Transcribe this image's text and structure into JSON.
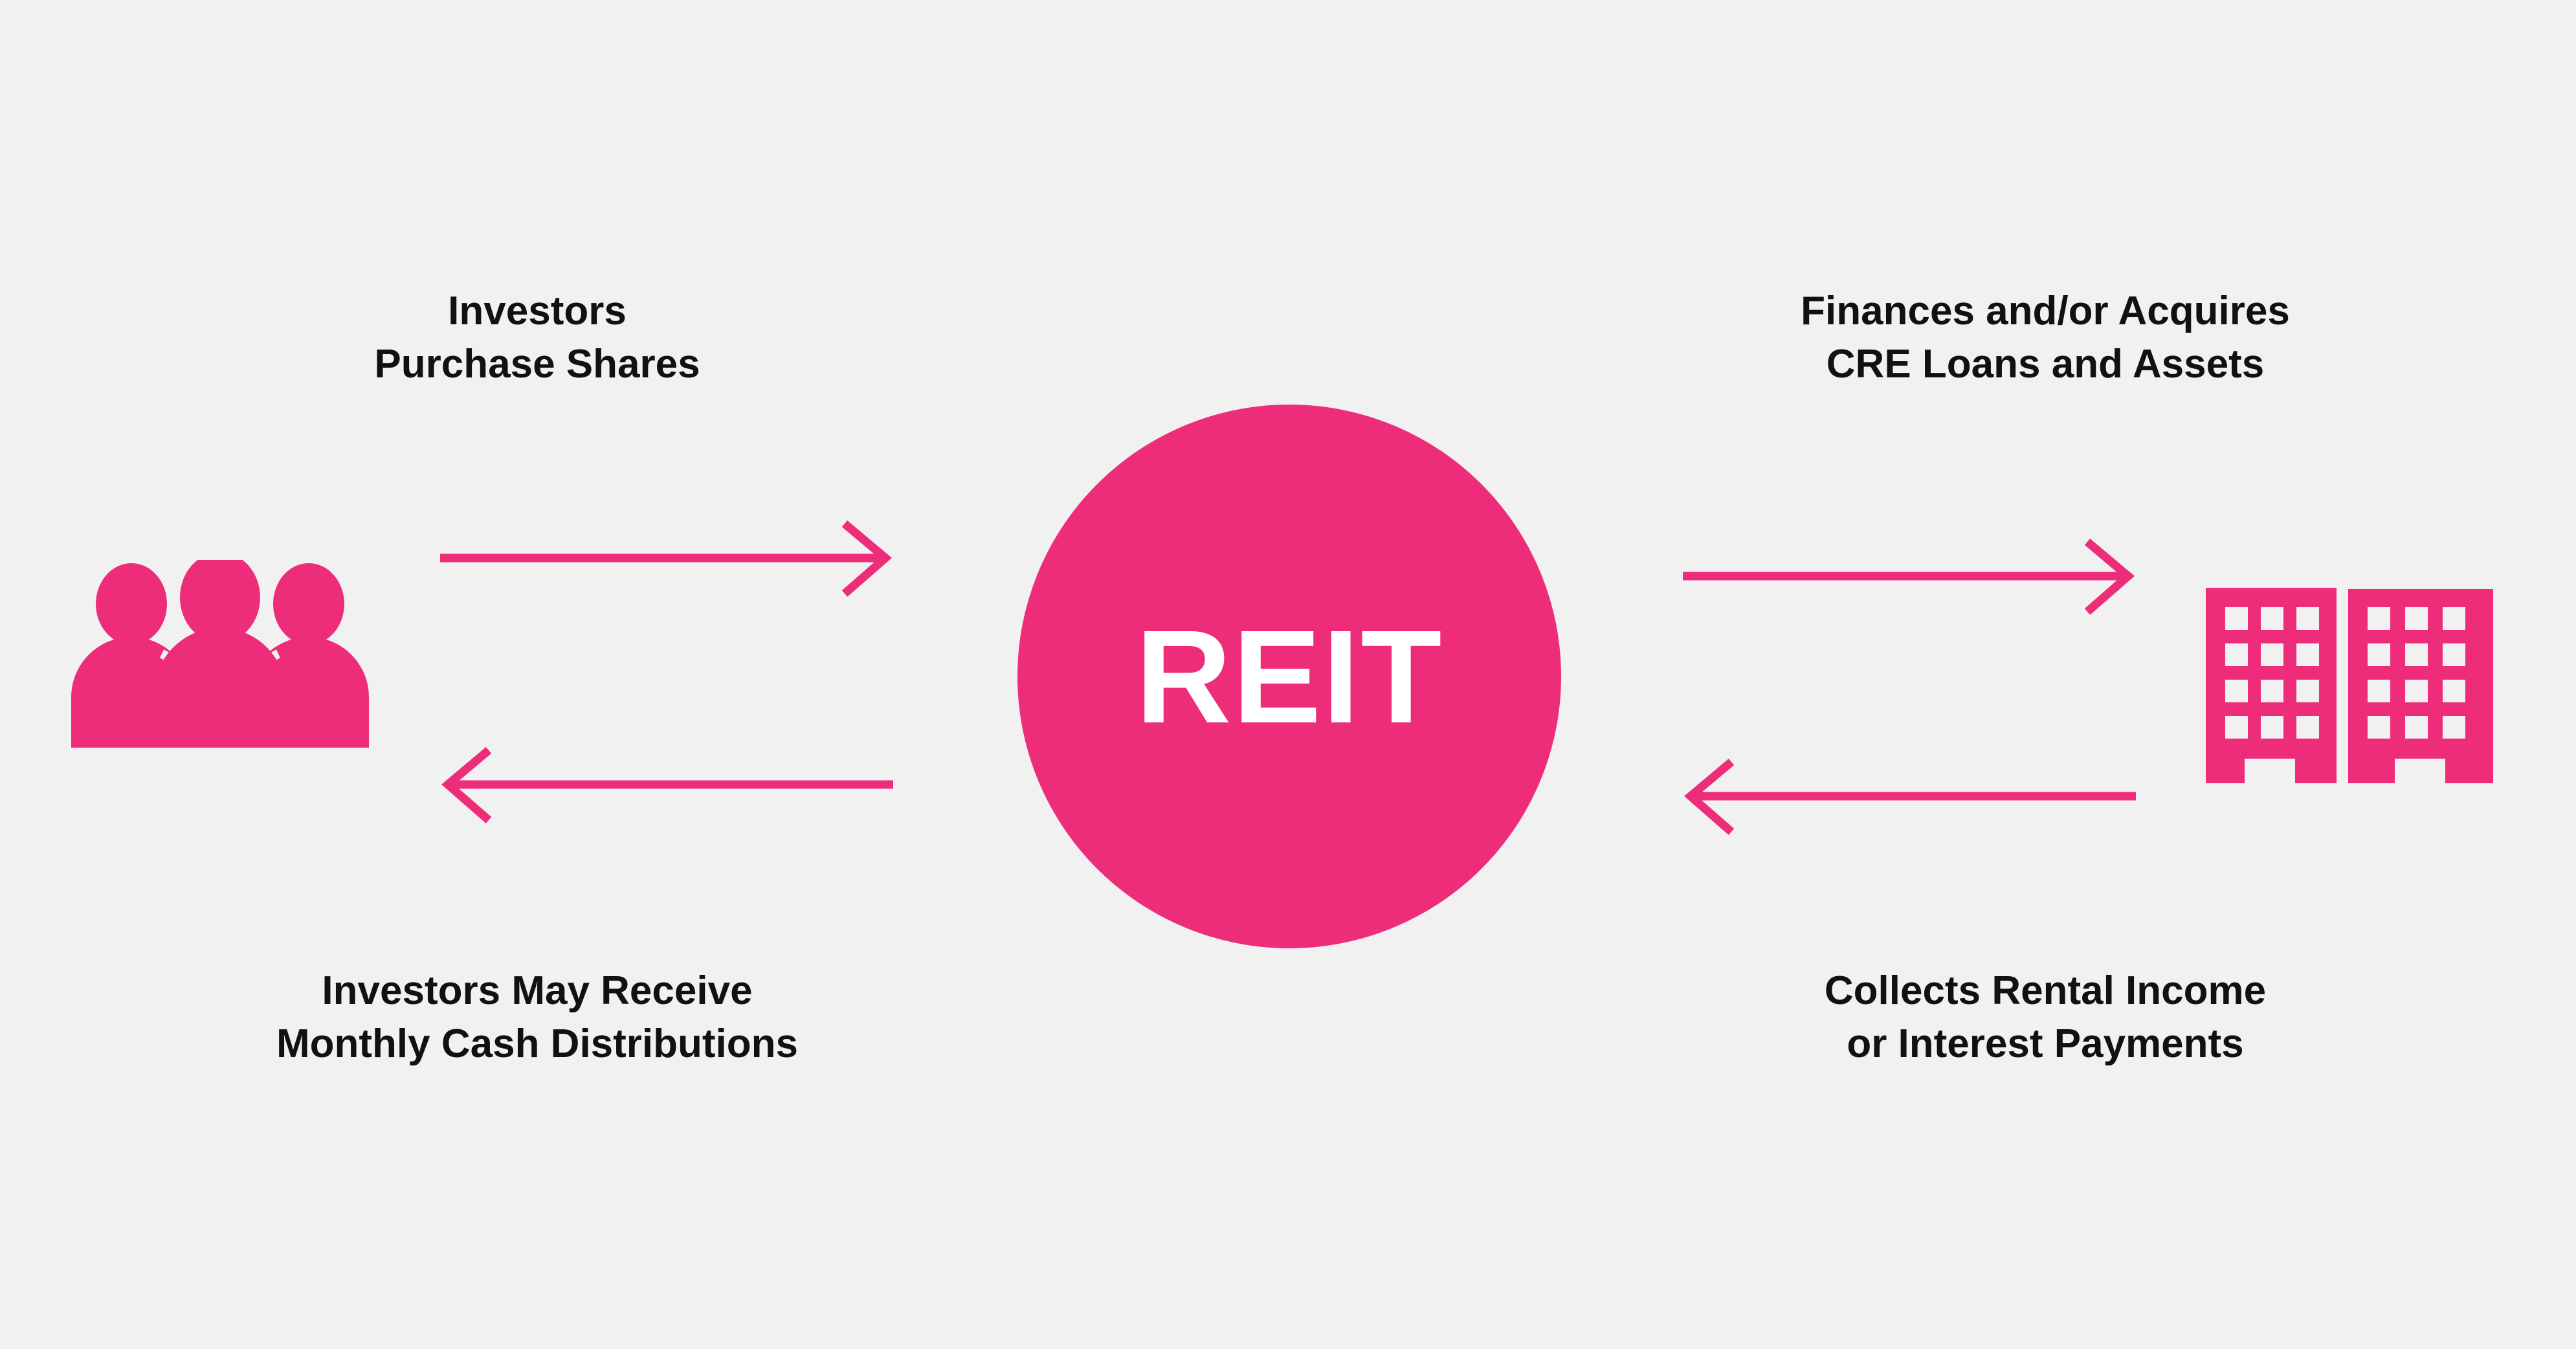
{
  "theme": {
    "background": "#f1f1f1",
    "accent": "#ee2d7a",
    "text": "#111111",
    "hub_text": "#ffffff"
  },
  "hub": {
    "label": "REIT",
    "shape": "circle"
  },
  "captions": {
    "top_left": "Investors\nPurchase Shares",
    "top_right": "Finances and/or Acquires\nCRE Loans and Assets",
    "bottom_left": "Investors May Receive\nMonthly Cash Distributions",
    "bottom_right": "Collects Rental Income\nor Interest Payments"
  },
  "icons": {
    "left": "people-group-icon",
    "right": "office-buildings-icon"
  },
  "arrows": [
    {
      "id": "investors-to-reit",
      "direction": "right",
      "label_ref": "captions.top_left"
    },
    {
      "id": "reit-to-investors",
      "direction": "left",
      "label_ref": "captions.bottom_left"
    },
    {
      "id": "reit-to-assets",
      "direction": "right",
      "label_ref": "captions.top_right"
    },
    {
      "id": "assets-to-reit",
      "direction": "left",
      "label_ref": "captions.bottom_right"
    }
  ]
}
